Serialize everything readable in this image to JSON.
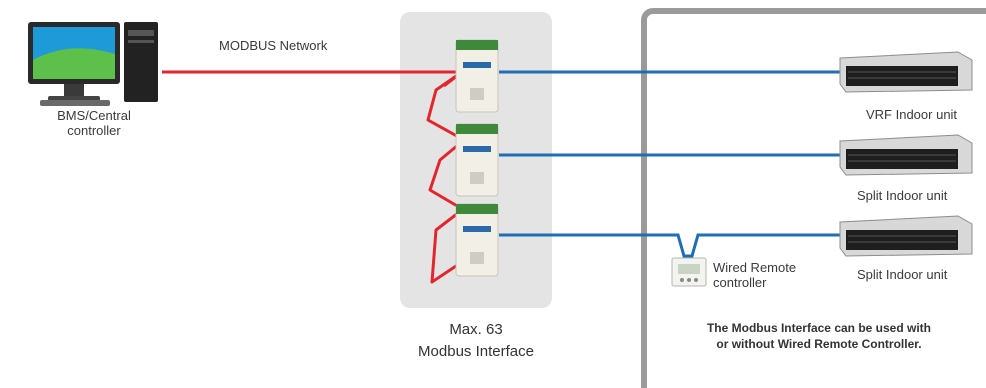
{
  "labels": {
    "network": "MODBUS Network",
    "bms_line1": "BMS/Central",
    "bms_line2": "controller",
    "vrf_unit": "VRF Indoor unit",
    "split_unit_1": "Split Indoor unit",
    "split_unit_2": "Split Indoor unit",
    "wired_remote_line1": "Wired Remote",
    "wired_remote_line2": "controller",
    "max_line1": "Max. 63",
    "max_line2": "Modbus Interface",
    "note_line1": "The Modbus Interface can be used with",
    "note_line2": "or without Wired Remote Controller."
  },
  "colors": {
    "modbus_line": "#e3262d",
    "unit_line": "#1f6db3",
    "panel_bg": "#e4e4e4",
    "frame": "#9a9a9a"
  },
  "icons": {
    "computer": "desktop-computer-icon",
    "interface": "modbus-interface-device-icon",
    "indoor_unit": "ducted-indoor-unit-icon",
    "remote": "wired-remote-controller-icon"
  }
}
